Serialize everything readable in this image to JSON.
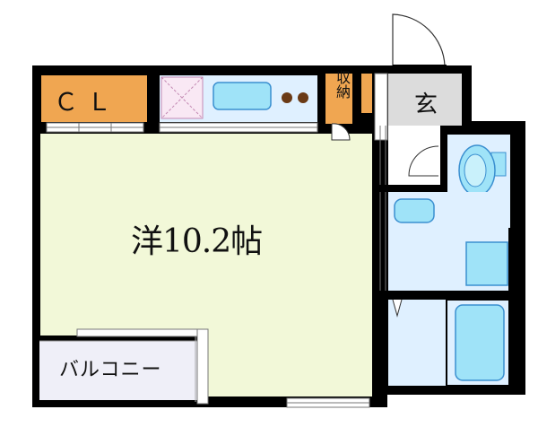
{
  "rooms": {
    "closet": "ＣＬ",
    "storage": "収納",
    "entrance": "玄",
    "western_room": "洋10.2帖",
    "balcony": "バルコニー"
  },
  "colors": {
    "wall": "#000000",
    "room_floor": "#f2f8d8",
    "closet_floor": "#f0a651",
    "wet_area": "#dff0ff",
    "fixture": "#9fe3f8",
    "fixture_outline": "#3a8fd0",
    "entrance_floor": "#dcdcdc",
    "balcony_floor": "#efeff8",
    "stove_burner": "#6a3a16"
  }
}
